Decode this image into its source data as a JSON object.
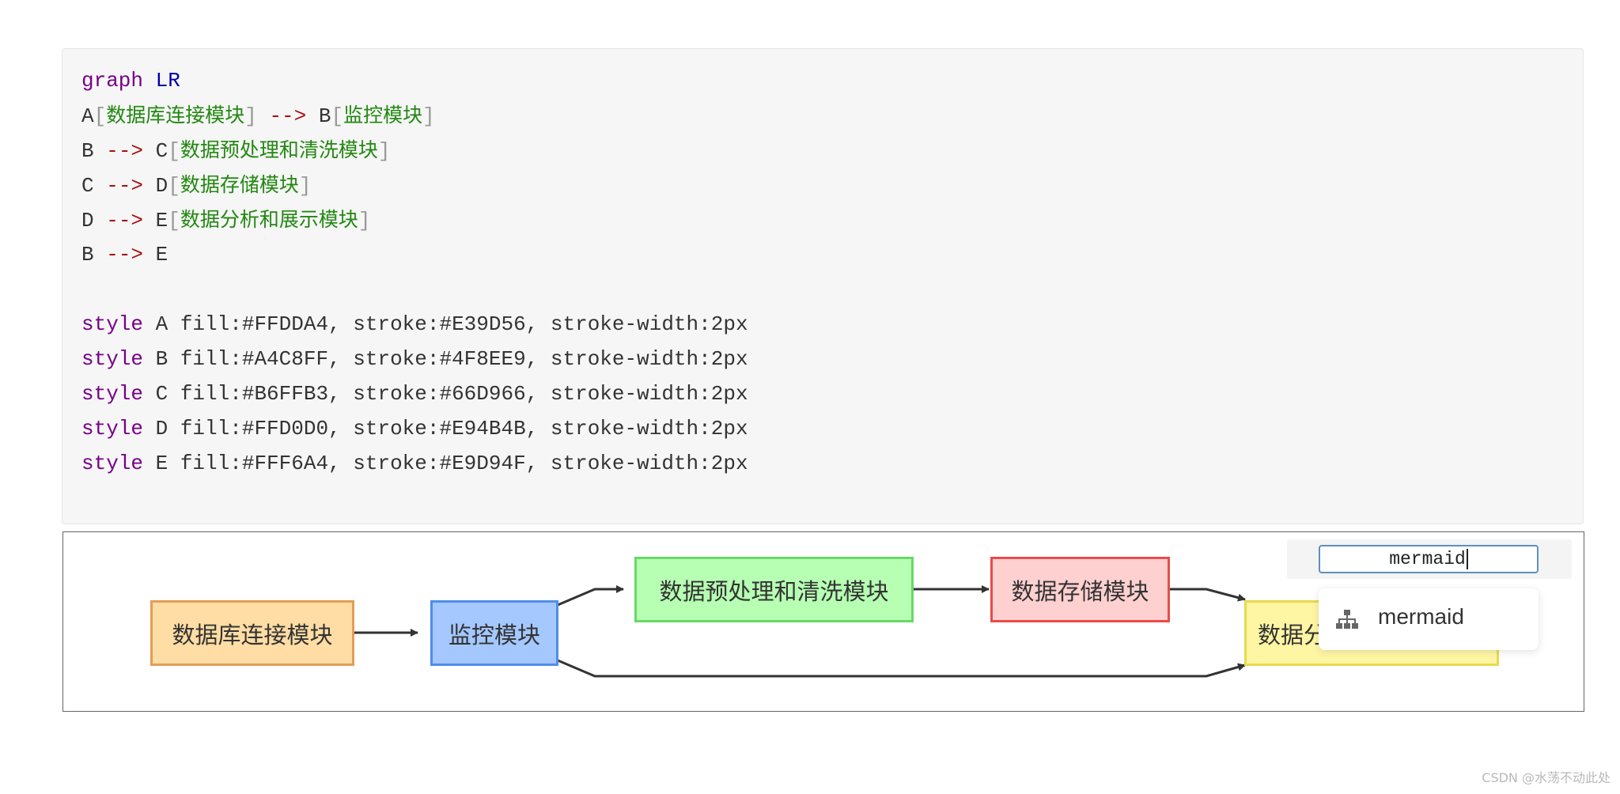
{
  "code": {
    "lines": [
      {
        "a": "graph",
        "b": " LR"
      },
      {
        "p1": "A",
        "br1": "[",
        "t": "数据库连接模块",
        "br2": "]",
        "arrow": " --> ",
        "p2": "B",
        "br3": "[",
        "t2": "监控模块",
        "br4": "]"
      },
      {
        "p1": "B",
        "arrow": " --> ",
        "p2": "C",
        "br1": "[",
        "t": "数据预处理和清洗模块",
        "br2": "]"
      },
      {
        "p1": "C",
        "arrow": " --> ",
        "p2": "D",
        "br1": "[",
        "t": "数据存储模块",
        "br2": "]"
      },
      {
        "p1": "D",
        "arrow": " --> ",
        "p2": "E",
        "br1": "[",
        "t": "数据分析和展示模块",
        "br2": "]"
      },
      {
        "p1": "B",
        "arrow": " --> ",
        "p2": "E"
      }
    ],
    "styles": [
      {
        "kw": "style",
        "rest": " A fill:#FFDDA4, stroke:#E39D56, stroke-width:2px"
      },
      {
        "kw": "style",
        "rest": " B fill:#A4C8FF, stroke:#4F8EE9, stroke-width:2px"
      },
      {
        "kw": "style",
        "rest": " C fill:#B6FFB3, stroke:#66D966, stroke-width:2px"
      },
      {
        "kw": "style",
        "rest": " D fill:#FFD0D0, stroke:#E94B4B, stroke-width:2px"
      },
      {
        "kw": "style",
        "rest": " E fill:#FFF6A4, stroke:#E9D94F, stroke-width:2px"
      }
    ]
  },
  "diagram": {
    "nodes": {
      "A": {
        "label": "数据库连接模块",
        "fill": "#FFDDA4",
        "stroke": "#E39D56"
      },
      "B": {
        "label": "监控模块",
        "fill": "#A4C8FF",
        "stroke": "#4F8EE9"
      },
      "C": {
        "label": "数据预处理和清洗模块",
        "fill": "#B6FFB3",
        "stroke": "#66D966"
      },
      "D": {
        "label": "数据存储模块",
        "fill": "#FFD0D0",
        "stroke": "#E94B4B"
      },
      "E": {
        "label": "数据分析和展示模块",
        "visible_label": "数据分",
        "fill": "#FFF6A4",
        "stroke": "#E9D94F"
      }
    }
  },
  "language_picker": {
    "input_value": "mermaid",
    "option_label": "mermaid",
    "option_icon": "sitemap-icon"
  },
  "watermark": "CSDN @水荡不动此处"
}
